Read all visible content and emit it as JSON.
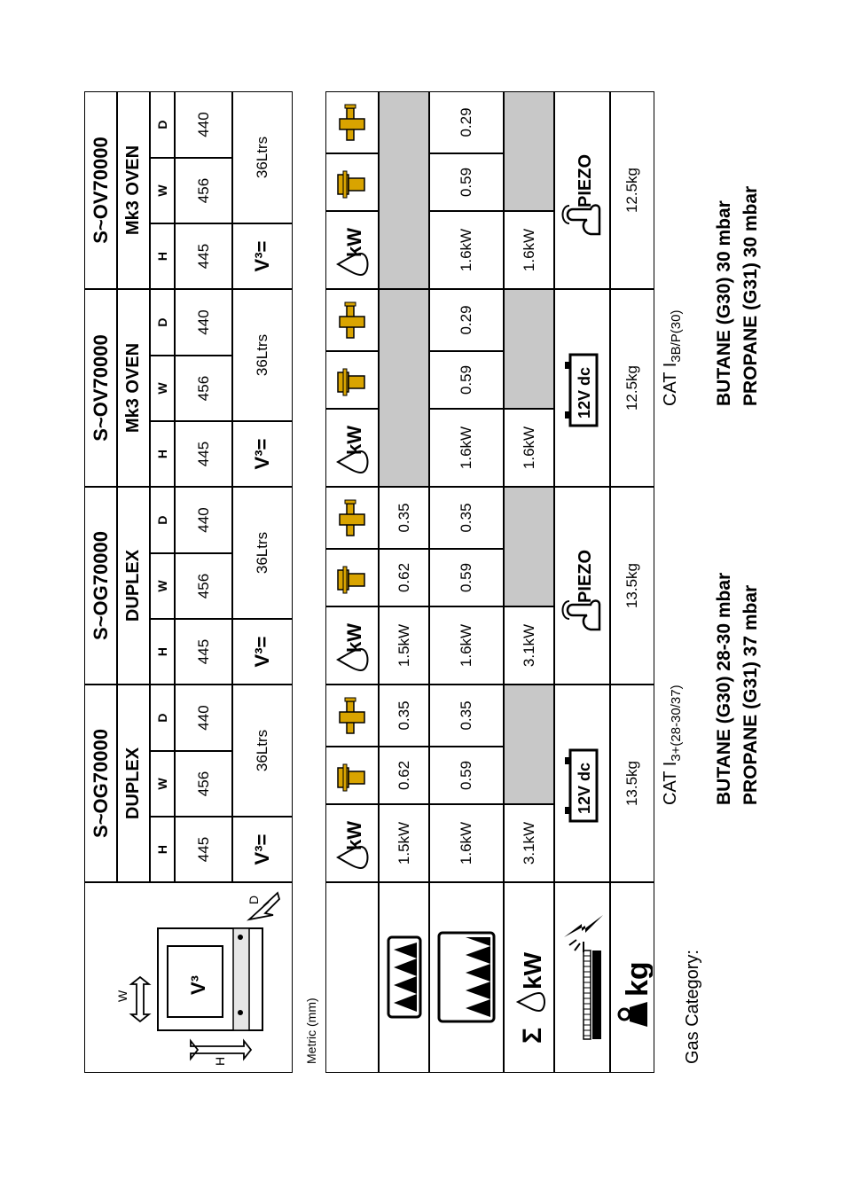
{
  "metric_label": "Metric (mm)",
  "icons": {
    "cabinet_labels": {
      "w": "W",
      "h": "H",
      "d": "D",
      "v": "V³"
    },
    "sigma_label": "Σ",
    "kw_label": "kW",
    "kg_label": "kg"
  },
  "dim_labels": {
    "h": "H",
    "w": "W",
    "d": "D"
  },
  "volume_label": "V³=",
  "models": [
    {
      "code": "S~OG70000",
      "type": "DUPLEX",
      "h": "445",
      "w": "456",
      "d": "440",
      "volume": "36Ltrs",
      "rows": [
        [
          "1.5kW",
          "0.62",
          "0.35"
        ],
        [
          "1.6kW",
          "0.59",
          "0.35"
        ]
      ],
      "total": "3.1kW",
      "ignition": {
        "kind": "battery",
        "text": "12V dc"
      },
      "weight": "13.5kg"
    },
    {
      "code": "S~OG70000",
      "type": "DUPLEX",
      "h": "445",
      "w": "456",
      "d": "440",
      "volume": "36Ltrs",
      "rows": [
        [
          "1.5kW",
          "0.62",
          "0.35"
        ],
        [
          "1.6kW",
          "0.59",
          "0.35"
        ]
      ],
      "total": "3.1kW",
      "ignition": {
        "kind": "piezo",
        "text": "PIEZO"
      },
      "weight": "13.5kg"
    },
    {
      "code": "S~OV70000",
      "type": "Mk3 OVEN",
      "h": "445",
      "w": "456",
      "d": "440",
      "volume": "36Ltrs",
      "rows": [
        null,
        [
          "1.6kW",
          "0.59",
          "0.29"
        ]
      ],
      "total": "1.6kW",
      "ignition": {
        "kind": "battery",
        "text": "12V dc"
      },
      "weight": "12.5kg"
    },
    {
      "code": "S~OV70000",
      "type": "Mk3 OVEN",
      "h": "445",
      "w": "456",
      "d": "440",
      "volume": "36Ltrs",
      "rows": [
        null,
        [
          "1.6kW",
          "0.59",
          "0.29"
        ]
      ],
      "total": "1.6kW",
      "ignition": {
        "kind": "piezo",
        "text": "PIEZO"
      },
      "weight": "12.5kg"
    }
  ],
  "gas": {
    "category_label": "Gas Category:",
    "left": {
      "cat_prefix": "CAT I",
      "cat_sub": "3+(28-30/37)",
      "butane": "BUTANE (G30) 28-30 mbar",
      "propane": "PROPANE (G31) 37 mbar"
    },
    "right": {
      "cat_prefix": "CAT I",
      "cat_sub": "3B/P(30)",
      "butane": "BUTANE (G30) 30 mbar",
      "propane": "PROPANE (G31) 30 mbar"
    }
  },
  "colors": {
    "grey_fill": "#c8c8c8",
    "nozzle": "#d9a400"
  }
}
